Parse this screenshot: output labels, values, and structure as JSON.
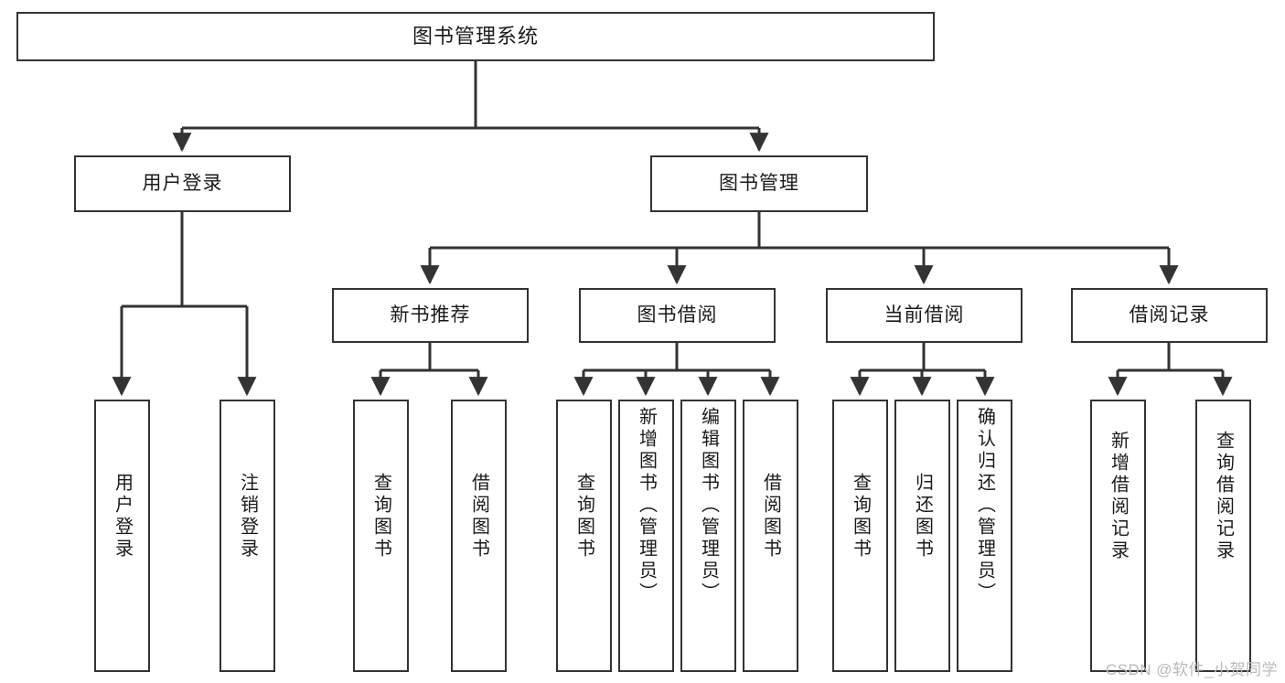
{
  "diagram": {
    "title": "图书管理系统",
    "type": "tree-hierarchy",
    "root": {
      "id": "root",
      "label": "图书管理系统"
    },
    "level2": [
      {
        "id": "user-login",
        "label": "用户登录"
      },
      {
        "id": "book-manage",
        "label": "图书管理"
      }
    ],
    "level3": [
      {
        "id": "new-book-rec",
        "label": "新书推荐",
        "parent": "book-manage"
      },
      {
        "id": "book-borrow",
        "label": "图书借阅",
        "parent": "book-manage"
      },
      {
        "id": "current-borrow",
        "label": "当前借阅",
        "parent": "book-manage"
      },
      {
        "id": "borrow-record",
        "label": "借阅记录",
        "parent": "book-manage"
      }
    ],
    "leaves": [
      {
        "id": "leaf-user-login",
        "label": "用户登录",
        "parent": "user-login"
      },
      {
        "id": "leaf-user-logout",
        "label": "注销登录",
        "parent": "user-login"
      },
      {
        "id": "leaf-query-book-1",
        "label": "查询图书",
        "parent": "new-book-rec"
      },
      {
        "id": "leaf-borrow-book-1",
        "label": "借阅图书",
        "parent": "new-book-rec"
      },
      {
        "id": "leaf-query-book-2",
        "label": "查询图书",
        "parent": "book-borrow"
      },
      {
        "id": "leaf-add-book",
        "label": "新增图书（管理员）",
        "parent": "book-borrow"
      },
      {
        "id": "leaf-edit-book",
        "label": "编辑图书（管理员）",
        "parent": "book-borrow"
      },
      {
        "id": "leaf-borrow-book-2",
        "label": "借阅图书",
        "parent": "book-borrow"
      },
      {
        "id": "leaf-query-book-3",
        "label": "查询图书",
        "parent": "current-borrow"
      },
      {
        "id": "leaf-return-book",
        "label": "归还图书",
        "parent": "current-borrow"
      },
      {
        "id": "leaf-confirm-return",
        "label": "确认归还（管理员）",
        "parent": "current-borrow"
      },
      {
        "id": "leaf-add-record",
        "label": "新增借阅记录",
        "parent": "borrow-record"
      },
      {
        "id": "leaf-query-record",
        "label": "查询借阅记录",
        "parent": "borrow-record"
      }
    ]
  },
  "watermark": {
    "text": "CSDN @软件_小贺同学"
  },
  "colors": {
    "stroke": "#333333",
    "background": "#ffffff",
    "text": "#1a1a1a",
    "watermark": "#b9b9b9"
  }
}
